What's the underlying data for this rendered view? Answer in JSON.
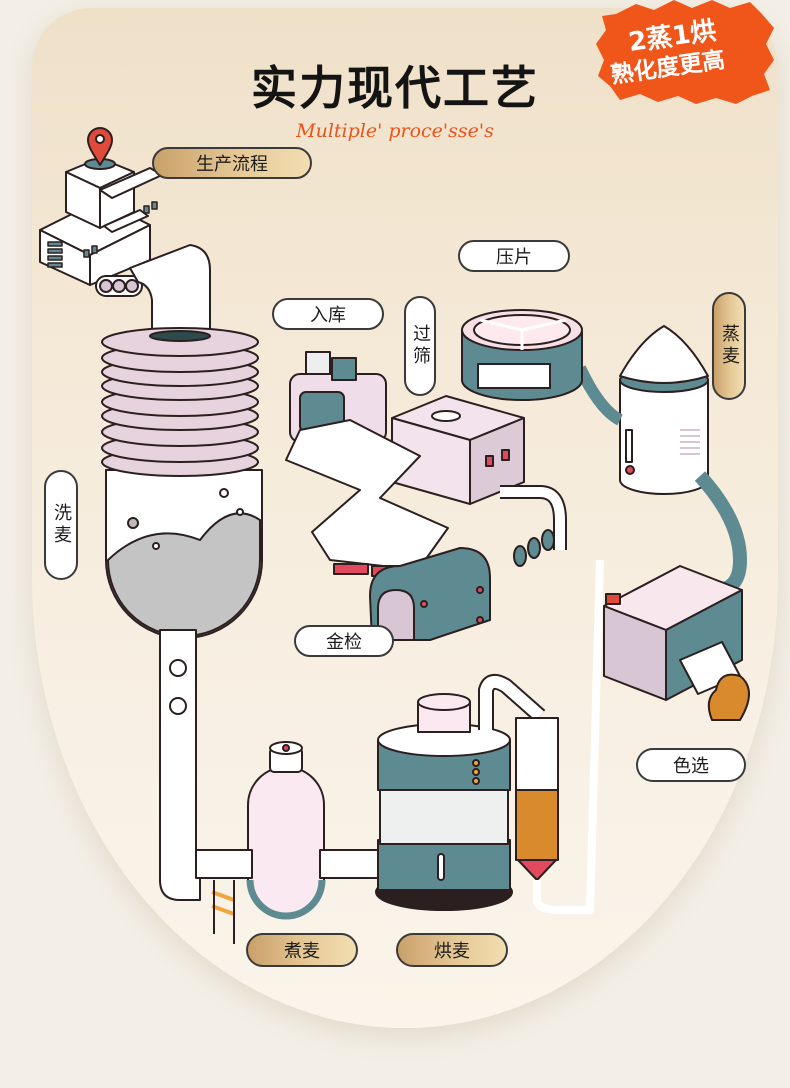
{
  "header": {
    "title": "实力现代工艺",
    "subtitle": "Multiple' proce'sse's"
  },
  "badge": {
    "line1": "2蒸1烘",
    "line2": "熟化度更高",
    "color": "#f0561a"
  },
  "colors": {
    "teal": "#5e8a91",
    "lilac": "#d9c6d4",
    "accent_red": "#e04a5c",
    "orange": "#f0a63a",
    "outline": "#2b1f1f",
    "gold_gradient_start": "#c9a06a",
    "gold_gradient_end": "#f2deb2"
  },
  "process_labels": {
    "production_flow": "生产流程",
    "washing": "洗麦",
    "warehousing": "入库",
    "sieving": "过筛",
    "flaking": "压片",
    "steaming": "蒸麦",
    "metal_detection": "金检",
    "color_sorting": "色选",
    "boiling": "煮麦",
    "baking": "烘麦"
  }
}
